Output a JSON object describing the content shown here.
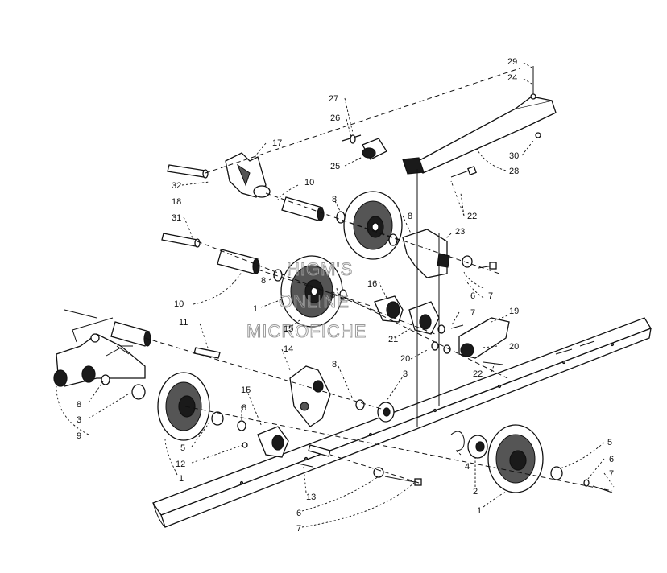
{
  "watermark": {
    "line1": "HIGM'S",
    "line2": "ONLINE",
    "line3": "MICROFICHE"
  },
  "callouts": [
    {
      "id": "c29",
      "label": "29"
    },
    {
      "id": "c24",
      "label": "24"
    },
    {
      "id": "c27",
      "label": "27"
    },
    {
      "id": "c26",
      "label": "26"
    },
    {
      "id": "c25",
      "label": "25"
    },
    {
      "id": "c30",
      "label": "30"
    },
    {
      "id": "c28",
      "label": "28"
    },
    {
      "id": "c17",
      "label": "17"
    },
    {
      "id": "c32",
      "label": "32"
    },
    {
      "id": "c18",
      "label": "18"
    },
    {
      "id": "c10a",
      "label": "10"
    },
    {
      "id": "c8a",
      "label": "8"
    },
    {
      "id": "c22a",
      "label": "22"
    },
    {
      "id": "c31",
      "label": "31"
    },
    {
      "id": "c8b",
      "label": "8"
    },
    {
      "id": "c23",
      "label": "23"
    },
    {
      "id": "c8c",
      "label": "8"
    },
    {
      "id": "c1a",
      "label": "1"
    },
    {
      "id": "c16",
      "label": "16"
    },
    {
      "id": "c8d",
      "label": "8"
    },
    {
      "id": "c7a",
      "label": "7"
    },
    {
      "id": "c6a",
      "label": "6"
    },
    {
      "id": "c10b",
      "label": "10"
    },
    {
      "id": "c15a",
      "label": "15"
    },
    {
      "id": "c7b",
      "label": "7"
    },
    {
      "id": "c19",
      "label": "19"
    },
    {
      "id": "c21",
      "label": "21"
    },
    {
      "id": "c11",
      "label": "11"
    },
    {
      "id": "c14",
      "label": "14"
    },
    {
      "id": "c20a",
      "label": "20"
    },
    {
      "id": "c20b",
      "label": "20"
    },
    {
      "id": "c22b",
      "label": "22"
    },
    {
      "id": "c8e",
      "label": "8"
    },
    {
      "id": "c3a",
      "label": "3"
    },
    {
      "id": "c8f",
      "label": "8"
    },
    {
      "id": "c3b",
      "label": "3"
    },
    {
      "id": "c9",
      "label": "9"
    },
    {
      "id": "c15b",
      "label": "15"
    },
    {
      "id": "c8g",
      "label": "8"
    },
    {
      "id": "c5a",
      "label": "5"
    },
    {
      "id": "c12",
      "label": "12"
    },
    {
      "id": "c1b",
      "label": "1"
    },
    {
      "id": "c4",
      "label": "4"
    },
    {
      "id": "c2",
      "label": "2"
    },
    {
      "id": "c5b",
      "label": "5"
    },
    {
      "id": "c6b",
      "label": "6"
    },
    {
      "id": "c7c",
      "label": "7"
    },
    {
      "id": "c1c",
      "label": "1"
    },
    {
      "id": "c13",
      "label": "13"
    },
    {
      "id": "c6c",
      "label": "6"
    },
    {
      "id": "c7d",
      "label": "7"
    }
  ]
}
